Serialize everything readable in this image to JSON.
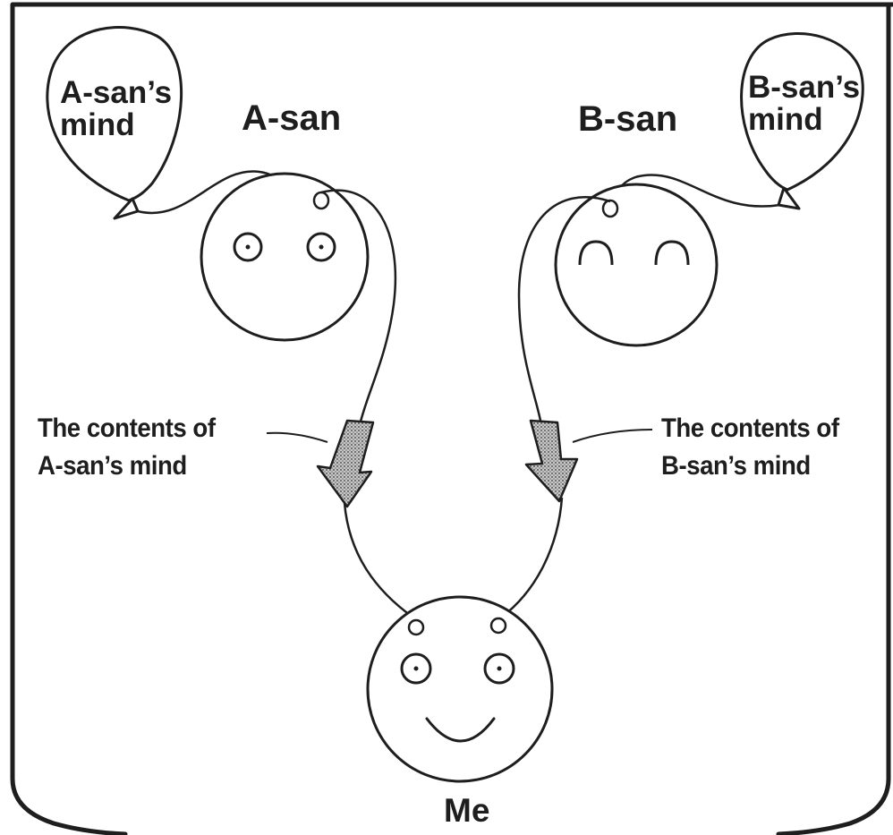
{
  "labels": {
    "a_bubble_line1": "A-san’s",
    "a_bubble_line2": "mind",
    "b_bubble_line1": "B-san’s",
    "b_bubble_line2": "mind",
    "a_name": "A-san",
    "b_name": "B-san",
    "a_contents_line1": "The contents of",
    "a_contents_line2": "A-san’s mind",
    "b_contents_line1": "The contents of",
    "b_contents_line2": "B-san’s mind",
    "me": "Me"
  },
  "colors": {
    "stroke": "#1e1e1e",
    "arrow_fill": "#9a9a9a",
    "background": "#ffffff"
  }
}
